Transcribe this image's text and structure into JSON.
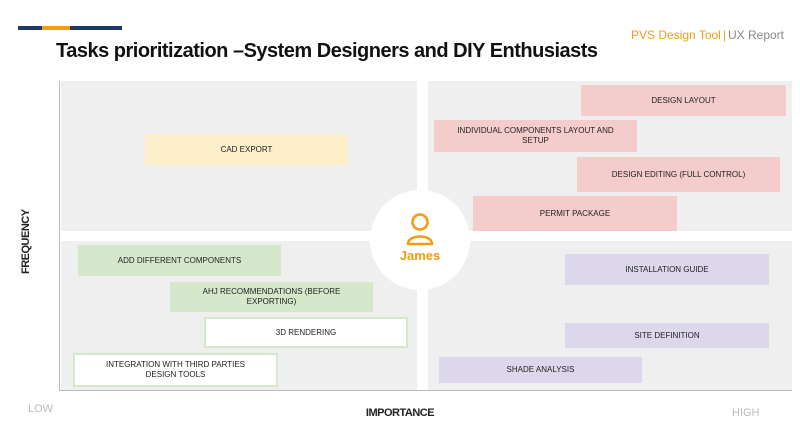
{
  "header": {
    "brand_name": "PVS Design Tool",
    "brand_separator": "|",
    "brand_suffix": "UX Report",
    "title": "Tasks prioritization  –System Designers and DIY Enthusiasts"
  },
  "axes": {
    "y_label": "FREQUENCY",
    "x_label": "IMPORTANCE",
    "low_label": "LOW",
    "high_label": "HIGH"
  },
  "persona": {
    "name": "James",
    "icon": "person-icon",
    "color": "#f39c12"
  },
  "colors": {
    "accent": "#f39c12",
    "yellow": "#fdefc9",
    "pink": "#f5cccc",
    "green": "#d6e8cb",
    "purple": "#ddd7ec",
    "quadrant": "#efefef"
  },
  "tasks": {
    "cad_export": "CAD EXPORT",
    "design_layout": "DESIGN LAYOUT",
    "individual_components": "INDIVIDUAL COMPONENTS LAYOUT AND SETUP",
    "design_editing": "DESIGN EDITING (FULL CONTROL)",
    "permit_package": "PERMIT PACKAGE",
    "add_components": "ADD DIFFERENT COMPONENTS",
    "ahj_recommendations": "AHJ  RECOMMENDATIONS (BEFORE EXPORTING)",
    "rendering_3d": "3D RENDERING",
    "integration": "INTEGRATION WITH THIRD PARTIES DESIGN TOOLS",
    "installation_guide": "INSTALLATION GUIDE",
    "site_definition": "SITE DEFINITION",
    "shade_analysis": "SHADE ANALYSIS"
  }
}
